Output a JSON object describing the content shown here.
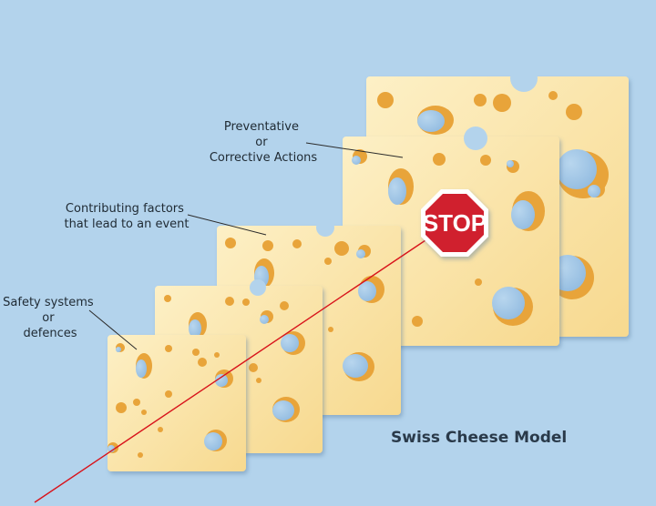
{
  "labels": {
    "preventative": [
      "Preventative",
      "or",
      "Corrective Actions"
    ],
    "contributing": [
      "Contributing factors",
      "that lead to an event"
    ],
    "safety": [
      "Safety systems",
      "or",
      "defences"
    ]
  },
  "stop_sign": {
    "text": "STOP",
    "color": "#d0202e"
  },
  "title": "Swiss Cheese Model",
  "colors": {
    "background": "#b3d3ec",
    "cheese": "#fbe6ad",
    "cheese_shade": "#f2c268",
    "hole_rim": "#e8a43a",
    "hole_inner": "#9cc4e6",
    "trajectory": "#d8131b"
  }
}
